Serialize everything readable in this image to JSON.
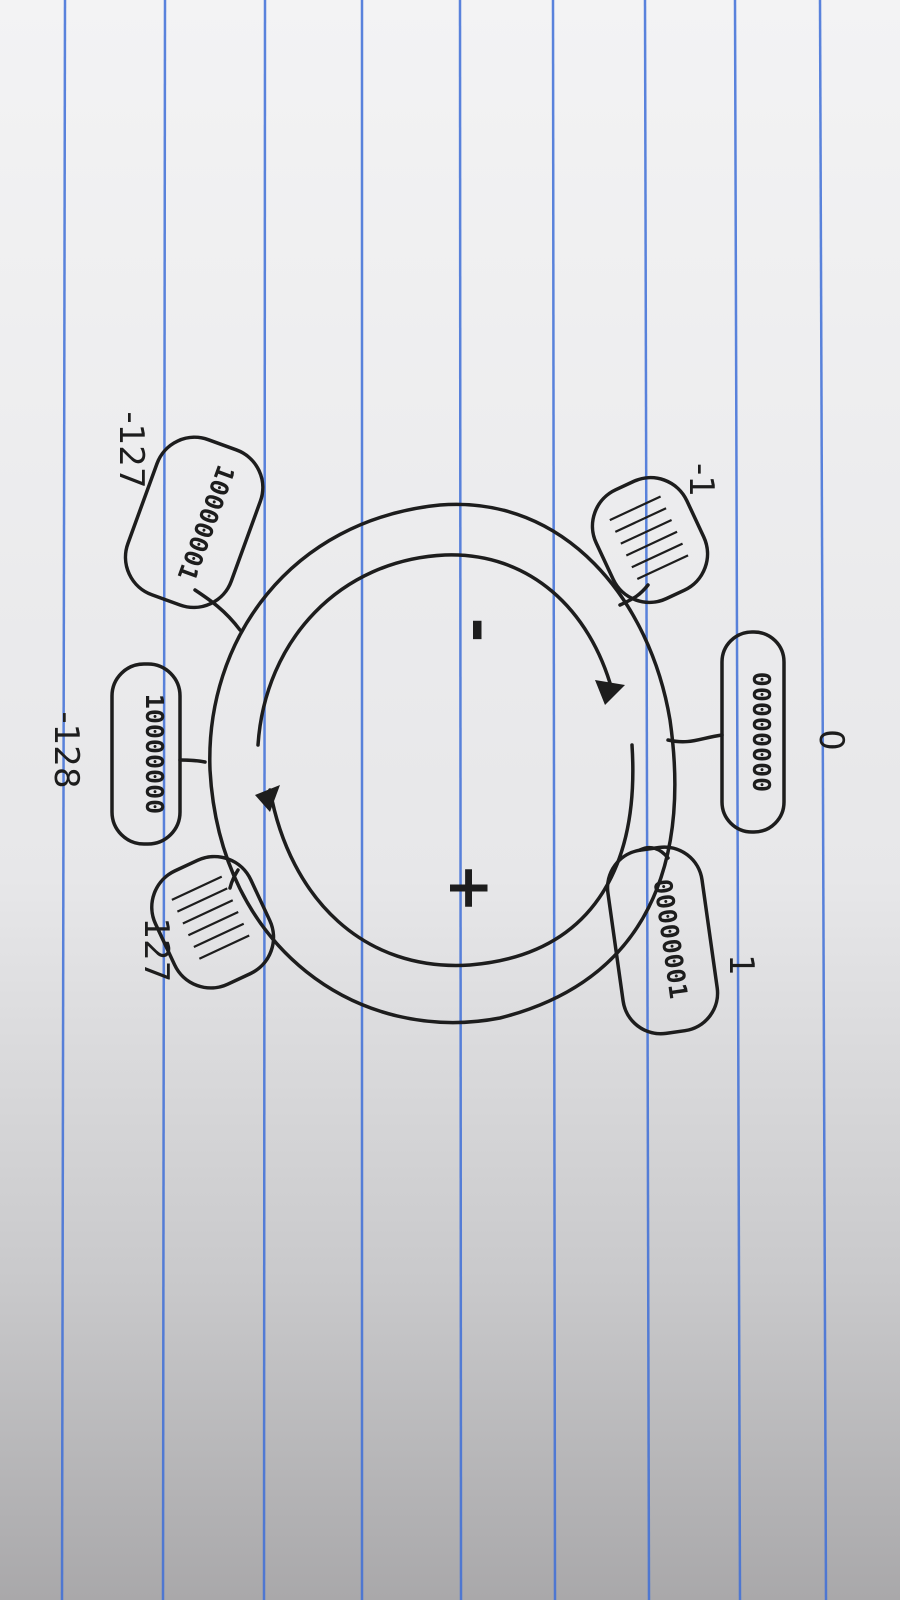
{
  "diagram": {
    "rotation_deg": 90,
    "signs": {
      "negative": "-",
      "positive": "+"
    },
    "labels": [
      {
        "id": "zero",
        "label": "0",
        "bits": "00000000"
      },
      {
        "id": "one",
        "label": "1",
        "bits": "00000001"
      },
      {
        "id": "minus-one",
        "label": "-1",
        "bits": "11111111",
        "bits_drawn_as": "hatch"
      },
      {
        "id": "minus-127",
        "label": "-127",
        "bits": "10000001"
      },
      {
        "id": "minus-128",
        "label": "-128",
        "bits": "10000000"
      },
      {
        "id": "pos-127",
        "label": "127",
        "bits": "01111111",
        "bits_drawn_as": "hatch"
      }
    ]
  },
  "colors": {
    "ink": "#1d1d1d",
    "rule_line": "#3f6fd8",
    "paper": "#f3f3f4"
  }
}
